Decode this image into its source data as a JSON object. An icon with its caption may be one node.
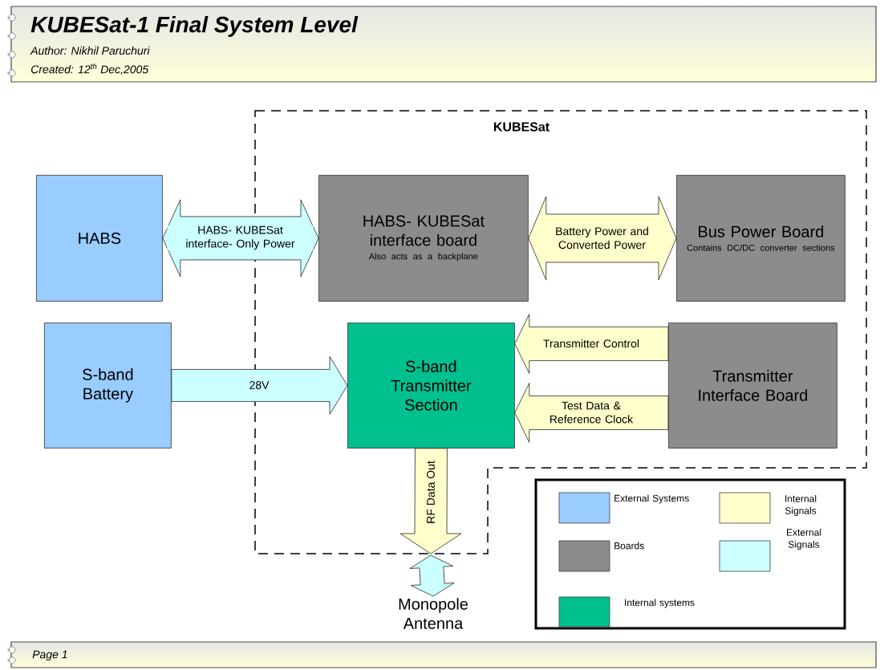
{
  "diagram": {
    "title": "KUBESat-1 Final System Level",
    "nodes": [
      {
        "text": [
          "KUBESat"
        ]
      },
      {
        "text": [
          "HABS"
        ]
      },
      {
        "text": [
          "HABS- KUBESat interface board",
          "Also acts as a backplane"
        ],
        "in": 0
      },
      {
        "text": [
          "Bus Power Board",
          "Contains DC/DC converter sections"
        ],
        "in": 0
      },
      {
        "text": [
          "S-band Battery"
        ]
      },
      {
        "text": [
          "S-band Transmitter Section"
        ],
        "in": 0
      },
      {
        "text": [
          "Transmitter Interface Board"
        ],
        "in": 0
      },
      {
        "text": [
          "Monopole Antenna"
        ]
      }
    ],
    "edges": [
      {
        "from": 1,
        "to": 2,
        "arrow": "both",
        "label": "HABS- KUBESat interface- Only Power",
        "color": "#ccffff"
      },
      {
        "from": 2,
        "to": 3,
        "arrow": "both",
        "label": "Battery Power and Converted Power",
        "color": "#ffffcc"
      },
      {
        "from": 4,
        "to": 5,
        "arrow": "to",
        "label": "28V",
        "color": "#ccffff"
      },
      {
        "from": 6,
        "to": 5,
        "arrow": "to",
        "label": "Transmitter Control",
        "color": "#ffffcc"
      },
      {
        "from": 6,
        "to": 5,
        "arrow": "to",
        "label": "Test Data & Reference Clock",
        "color": "#ffffcc"
      },
      {
        "from": 5,
        "to": null,
        "arrow": "to",
        "label": "RF Data Out",
        "color": "#ffffcc"
      },
      {
        "from": null,
        "to": 7,
        "arrow": "both",
        "color": "#ccffff"
      }
    ],
    "labels": [
      "Author: Nikhil Paruchuri",
      "Created: 12$^{th}$ Dec,2005",
      "Page 1"
    ],
    "legend": [
      {
        "text": "External Systems",
        "color": "#99ccff"
      },
      {
        "text": "Internal Signals",
        "color": "#ffffcc"
      },
      {
        "text": "Boards",
        "color": "#8c8c8c"
      },
      {
        "text": "External Signals",
        "color": "#ccffff"
      },
      {
        "text": "Internal systems",
        "color": "#00c08f"
      }
    ]
  }
}
